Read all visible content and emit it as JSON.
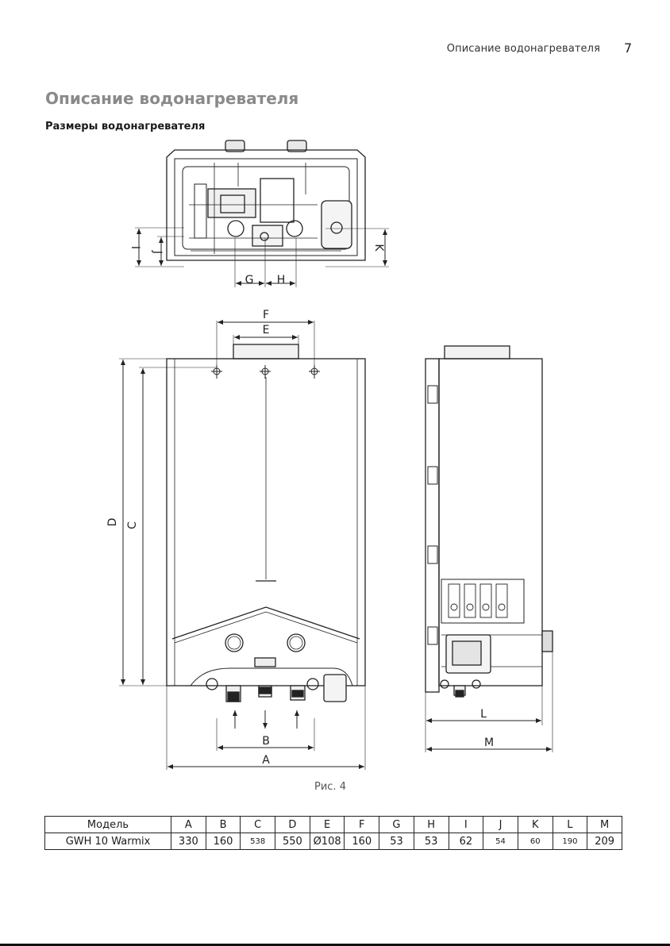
{
  "header": {
    "running_title": "Описание водонагревателя",
    "page_number": "7"
  },
  "section_title": "Описание водонагревателя",
  "subsection_title": "Размеры водонагревателя",
  "figure": {
    "caption": "Рис. 4",
    "dimension_labels": {
      "A": "A",
      "B": "B",
      "C": "C",
      "D": "D",
      "E": "E",
      "F": "F",
      "G": "G",
      "H": "H",
      "I": "I",
      "J": "J",
      "K": "K",
      "L": "L",
      "M": "M"
    }
  },
  "table": {
    "headers": [
      "Модель",
      "A",
      "B",
      "C",
      "D",
      "E",
      "F",
      "G",
      "H",
      "I",
      "J",
      "K",
      "L",
      "M"
    ],
    "rows": [
      [
        "GWH 10 Warmix",
        "330",
        "160",
        "538",
        "550",
        "Ø108",
        "160",
        "53",
        "53",
        "62",
        "54",
        "60",
        "190",
        "209"
      ]
    ]
  }
}
